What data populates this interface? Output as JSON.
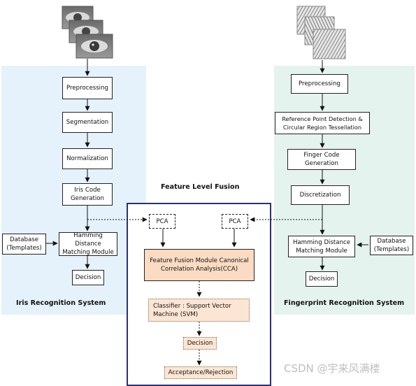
{
  "iris": {
    "title": "Iris Recognition System",
    "preprocessing": "Preprocessing",
    "segmentation": "Segmentation",
    "normalization": "Normalization",
    "code_gen": "Iris Code Generation",
    "database": "Database (Templates)",
    "matching": "Hamming Distance Matching Module",
    "decision": "Decision"
  },
  "fingerprint": {
    "title": "Fingerprint Recognition System",
    "preprocessing": "Preprocessing",
    "reference_point": "Reference Point Detection & Circular Region Tessellation",
    "finger_code": "Finger Code Generation",
    "discretization": "Discretization",
    "matching": "Hamming Distance Matching Module",
    "database": "Database (Templates)",
    "decision": "Decision"
  },
  "fusion": {
    "title": "Feature Level Fusion",
    "pca_left": "PCA",
    "pca_right": "PCA",
    "module": "Feature Fusion Module Canonical Correlation Analysis(CCA)",
    "classifier": "Classifier : Support Vector Machine  (SVM)",
    "decision": "Decision",
    "acceptance": "Acceptance/Rejection"
  },
  "watermark": "CSDN @宇来风满楼",
  "colors": {
    "iris_panel": "#e5f2fb",
    "finger_panel": "#e5f3ee",
    "fusion_border": "#2b2f78",
    "peach": "#fbdcc3"
  }
}
